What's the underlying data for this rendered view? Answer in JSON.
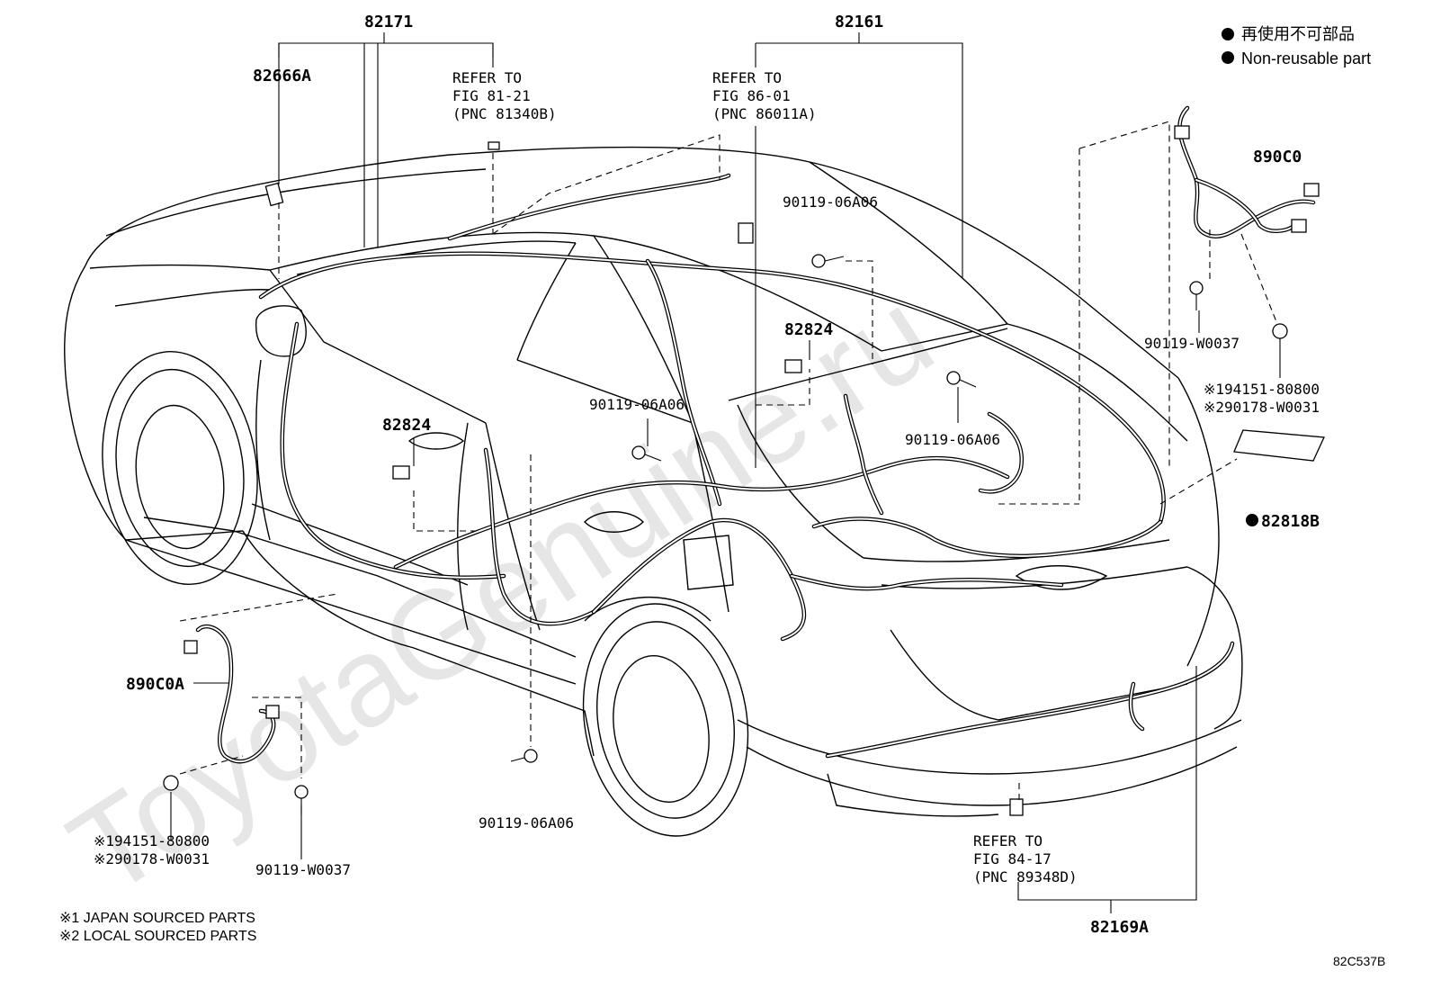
{
  "watermark": "ToyotaGenuine.ru",
  "legend": {
    "line_jp": "再使用不可部品",
    "line_en": "Non-reusable part"
  },
  "labels": {
    "p82171": "82171",
    "p82161": "82161",
    "p82666A": "82666A",
    "p890C0": "890C0",
    "p890C0A": "890C0A",
    "p82824_a": "82824",
    "p82824_b": "82824",
    "p82818B": "82818B",
    "p82169A": "82169A",
    "bolt_a": "90119-06A06",
    "bolt_b": "90119-06A06",
    "bolt_c": "90119-06A06",
    "bolt_d": "90119-06A06",
    "bolt_e": "90119-W0037",
    "bolt_f": "90119-W0037"
  },
  "refs": {
    "ref1": {
      "l1": "REFER TO",
      "l2": "FIG 81-21",
      "l3": "(PNC 81340B)"
    },
    "ref2": {
      "l1": "REFER TO",
      "l2": "FIG 86-01",
      "l3": "(PNC 86011A)"
    },
    "ref3": {
      "l1": "REFER TO",
      "l2": "FIG 84-17",
      "l3": "(PNC 89348D)"
    }
  },
  "alt_parts_right": {
    "l1": "※194151-80800",
    "l2": "※290178-W0031"
  },
  "alt_parts_left": {
    "l1": "※194151-80800",
    "l2": "※290178-W0031"
  },
  "footnotes": {
    "f1": "※1 JAPAN SOURCED PARTS",
    "f2": "※2 LOCAL SOURCED PARTS"
  },
  "figure_code": "82C537B"
}
